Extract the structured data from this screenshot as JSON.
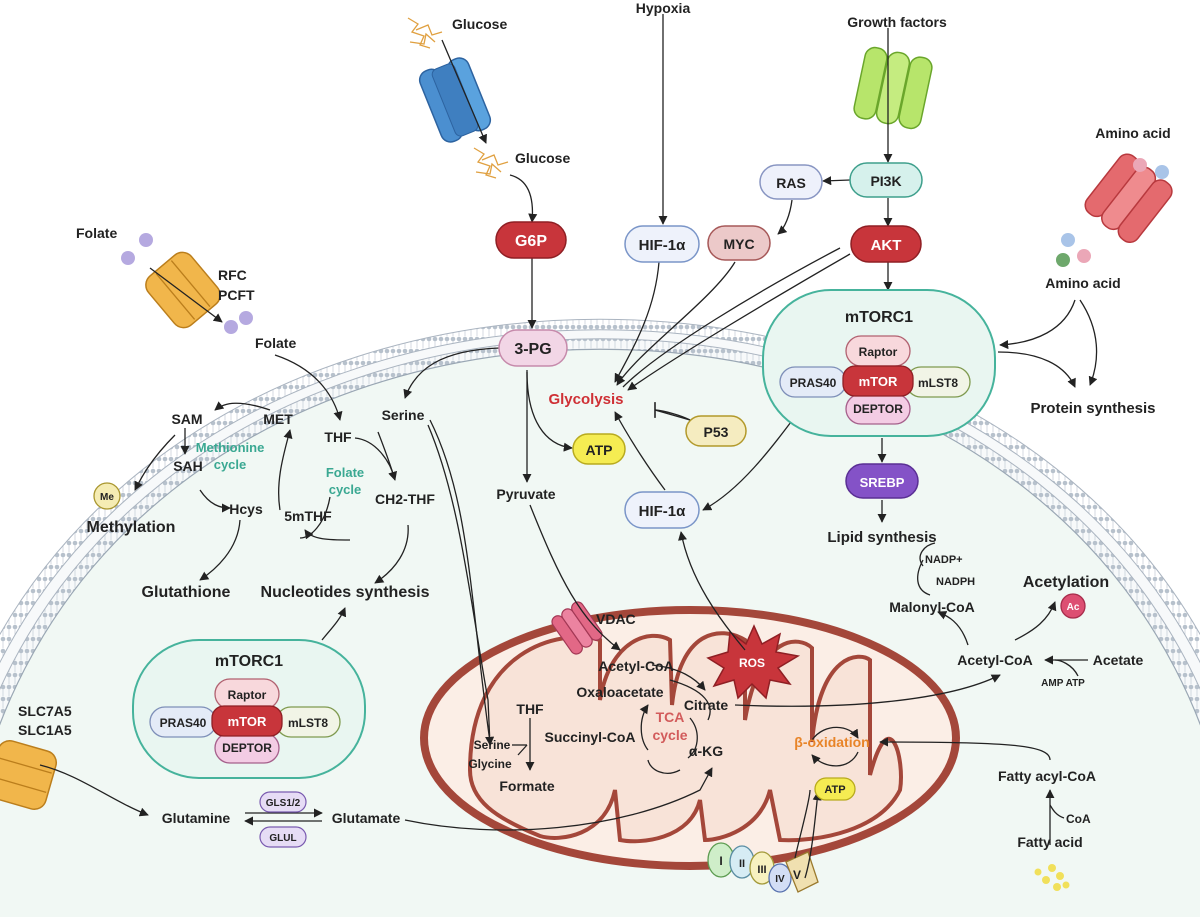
{
  "outside": {
    "glucose": "Glucose",
    "hypoxia": "Hypoxia",
    "growth_factors": "Growth factors",
    "amino_acid": "Amino acid",
    "folate": "Folate",
    "rfc": "RFC",
    "pcft": "PCFT",
    "slc7a5": "SLC7A5",
    "slc1a5": "SLC1A5"
  },
  "glycolysis_axis": {
    "glucose": "Glucose",
    "g6p": "G6P",
    "pg3": "3-PG",
    "pyruvate": "Pyruvate",
    "glycolysis": "Glycolysis",
    "atp": "ATP",
    "p53": "P53",
    "hif_top": "HIF-1α",
    "hif_mid": "HIF-1α",
    "myc": "MYC",
    "ras": "RAS",
    "pi3k": "PI3K",
    "akt": "AKT"
  },
  "mtorc1_right": {
    "title": "mTORC1",
    "raptor": "Raptor",
    "mtor": "mTOR",
    "pras40": "PRAS40",
    "mlst8": "mLST8",
    "deptor": "DEPTOR"
  },
  "mtorc1_left": {
    "title": "mTORC1",
    "raptor": "Raptor",
    "mtor": "mTOR",
    "pras40": "PRAS40",
    "mlst8": "mLST8",
    "deptor": "DEPTOR"
  },
  "amino": {
    "inner": "Amino acid",
    "protein_synthesis": "Protein synthesis"
  },
  "lipid": {
    "srebp": "SREBP",
    "lipid_synthesis": "Lipid synthesis",
    "nadp_plus": "NADP+",
    "nadph": "NADPH",
    "malonyl_coa": "Malonyl-CoA",
    "acetylation": "Acetylation",
    "ac": "Ac",
    "acetyl_coa": "Acetyl-CoA",
    "acetate": "Acetate",
    "amp_atp": "AMP ATP",
    "fatty_acyl_coa": "Fatty acyl-CoA",
    "coa": "CoA",
    "fatty_acid": "Fatty acid"
  },
  "folate_cycle": {
    "folate_inner": "Folate",
    "serine": "Serine",
    "thf": "THF",
    "ch2_thf": "CH2-THF",
    "mthf": "5mTHF",
    "cycle_line1": "Folate",
    "cycle_line2": "cycle",
    "sam": "SAM",
    "met": "MET",
    "sah": "SAH",
    "hcys": "Hcys",
    "meth_line1": "Methionine",
    "meth_line2": "cycle",
    "me": "Me",
    "methylation": "Methylation",
    "glutathione": "Glutathione",
    "nucleotides": "Nucleotides synthesis"
  },
  "glutamine": {
    "glutamine": "Glutamine",
    "glutamate": "Glutamate",
    "gls": "GLS1/2",
    "glul": "GLUL"
  },
  "mito": {
    "vdac": "VDAC",
    "acetyl_coa": "Acetyl-CoA",
    "ros": "ROS",
    "oxaloacetate": "Oxaloacetate",
    "citrate": "Citrate",
    "tca_line1": "TCA",
    "tca_line2": "cycle",
    "succinyl_coa": "Succinyl-CoA",
    "akg": "α-KG",
    "thf": "THF",
    "serine": "Serine",
    "glycine": "Glycine",
    "formate": "Formate",
    "beta_ox": "β-oxidation",
    "atp": "ATP",
    "complexes": [
      "I",
      "II",
      "III",
      "IV",
      "V"
    ]
  },
  "colors": {
    "cytoplasm": "#f1f8f4",
    "membrane_head": "#aeb9c6",
    "red_pill": "#c8353b",
    "hif_border": "#7a95c8",
    "mtorc1_border": "#46b39c",
    "cycle_teal": "#3aa892",
    "tca_red": "#d25b5b",
    "srebp_purple": "#8452c7",
    "beta_ox_orange": "#e88428",
    "glycolysis_red": "#cf3035"
  }
}
